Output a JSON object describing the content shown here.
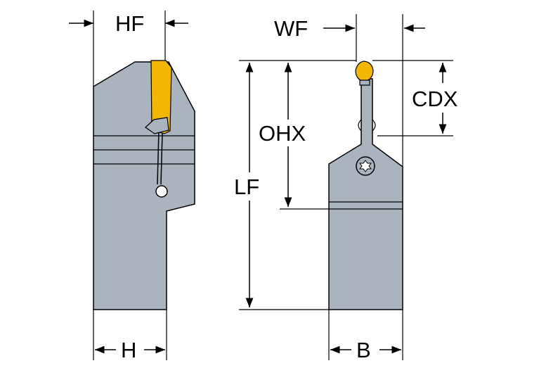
{
  "labels": {
    "hf": "HF",
    "h": "H",
    "wf": "WF",
    "cdx": "CDX",
    "ohx": "OHX",
    "lf": "LF",
    "b": "B"
  },
  "colors": {
    "body": "#a9b4bf",
    "insert": "#f2b705",
    "outline": "#000000",
    "background": "#ffffff"
  }
}
